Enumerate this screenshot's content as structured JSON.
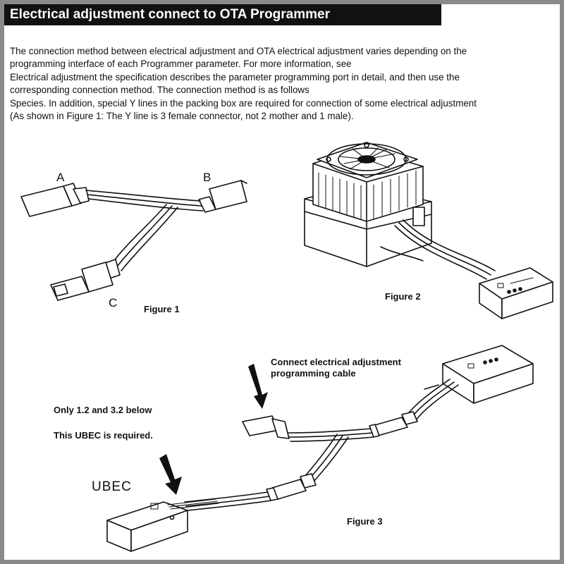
{
  "header": {
    "title": "Electrical adjustment connect to OTA Programmer"
  },
  "intro": {
    "lines": [
      "The connection method between electrical adjustment and OTA electrical adjustment varies depending on the",
      "programming interface of each Programmer parameter. For more information, see",
      "Electrical adjustment the specification describes the parameter programming port in detail, and then use the",
      "corresponding connection method. The connection method is as follows",
      "Species. In addition, special Y lines in the packing box are required for connection of some electrical adjustment",
      "(As shown in Figure 1: The Y line is 3 female connector, not 2 mother and 1 male)."
    ]
  },
  "figure1": {
    "label_a": "A",
    "label_b": "B",
    "label_c": "C",
    "caption": "Figure 1"
  },
  "figure2": {
    "caption": "Figure 2"
  },
  "figure3": {
    "connect_note_line1": "Connect electrical adjustment",
    "connect_note_line2": "programming cable",
    "only_note": "Only 1.2 and 3.2 below",
    "required_note": "This UBEC is required.",
    "ubec_label": "UBEC",
    "caption": "Figure 3"
  },
  "colors": {
    "ink": "#111111",
    "frame": "#8a8a8a",
    "title_bg": "#111111",
    "title_text": "#ffffff"
  }
}
